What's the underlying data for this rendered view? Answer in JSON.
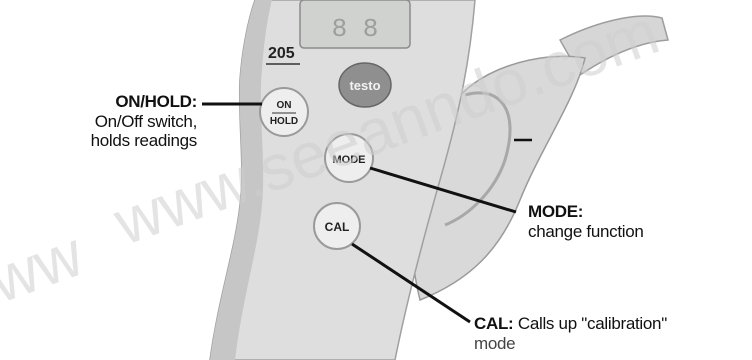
{
  "device": {
    "model": "205",
    "logo": "testo",
    "display_digits": "8 8"
  },
  "buttons": {
    "on_hold_top": "ON",
    "on_hold_bottom": "HOLD",
    "mode": "MODE",
    "cal": "CAL"
  },
  "callouts": {
    "on_hold": {
      "title": "ON/HOLD:",
      "line1": "On/Off switch,",
      "line2": "holds readings"
    },
    "mode": {
      "title": "MODE:",
      "line1": "change function"
    },
    "cal": {
      "title": "CAL:",
      "line1": "Calls up \"calibration\"",
      "line2": "mode"
    }
  },
  "watermark": {
    "text1": "www.seeanndo.com",
    "text2": "ww"
  },
  "colors": {
    "body": "#dcdcdc",
    "body_shadow": "#b9b9b9",
    "button": "#eeeeee",
    "text": "#111111"
  }
}
